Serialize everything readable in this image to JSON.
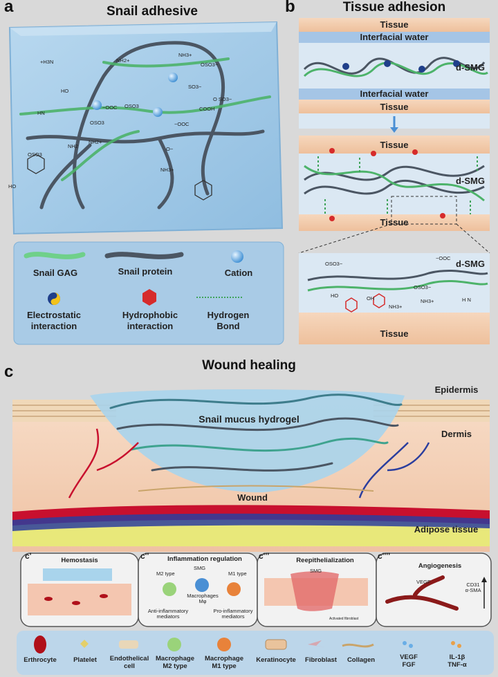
{
  "panel_a": {
    "letter": "a",
    "title": "Snail adhesive",
    "chem": {
      "h3n_top": "+H3N",
      "nh3_top": "NH3+",
      "oso3_top": "OSO3−",
      "guan_top": "NH2+",
      "so3_mid": "SO3−",
      "ooc": "−OOC",
      "oso3_mid": "OSO3",
      "cooh": "COOH",
      "o_oso3": "O SO3−",
      "so3_right": "OSO3",
      "oso3_left": "OSO3",
      "ooc_left": "−OOC",
      "ho1": "HO",
      "ho2": "HO",
      "nh3_low": "NH3+",
      "hn": "HN",
      "o_minus": "O−",
      "nh2": "NH2",
      "nh2plus": "NH2+"
    }
  },
  "legend_a": {
    "items": [
      {
        "label": "Snail GAG"
      },
      {
        "label": "Snail protein"
      },
      {
        "label": "Cation"
      },
      {
        "label": "Electrostatic\ninteraction"
      },
      {
        "label": "Hydrophobic\ninteraction"
      },
      {
        "label": "Hydrogen\nBond"
      }
    ]
  },
  "panel_b": {
    "letter": "b",
    "title": "Tissue adhesion",
    "top_tissue": "Tissue",
    "interfacial_water_top": "Interfacial water",
    "dsmg1": "d-SMG",
    "interfacial_water_bottom": "Interfacial water",
    "bottom_tissue": "Tissue",
    "mid_tissue_top": "Tissue",
    "dsmg2": "d-SMG",
    "mid_tissue_bottom": "Tissue",
    "zoom_dsmg": "d-SMG",
    "zoom_tissue": "Tissue",
    "zoom_chem": {
      "oso3": "OSO3−",
      "ooc": "−OOC",
      "ho": "HO",
      "oh": "OH",
      "nh3": "NH3+",
      "oso3b": "OSO3−",
      "nh3b": "NH3+",
      "hn": "H N"
    }
  },
  "panel_c": {
    "letter": "c",
    "title": "Wound healing",
    "epidermis": "Epidermis",
    "dermis": "Dermis",
    "hydrogel": "Snail mucus hydrogel",
    "wound": "Wound",
    "adipose": "Adipose tissue"
  },
  "subpanels": [
    {
      "letter": "c'",
      "title": "Hemostasis"
    },
    {
      "letter": "c''",
      "title": "Inflammation regulation",
      "smg": "SMG",
      "m2": "M2 type",
      "m1": "M1 type",
      "macrophages": "Macrophages\nMφ",
      "anti": "Anti-inflammatory\nmediators",
      "pro": "Pro-inflammatory\nmediators"
    },
    {
      "letter": "c'''",
      "title": "Reepithelialization",
      "smg": "SMG",
      "note": "Activated fibroblast"
    },
    {
      "letter": "c''''",
      "title": "Angiogenesis",
      "vegf": "VEGF",
      "markers": "CD31\nα-SMA"
    }
  ],
  "bottom_legend": [
    {
      "label": "Erthrocyte"
    },
    {
      "label": "Platelet"
    },
    {
      "label": "Endothelical\ncell"
    },
    {
      "label": "Macrophage\nM2 type"
    },
    {
      "label": "Macrophage\nM1 type"
    },
    {
      "label": "Keratinocyte"
    },
    {
      "label": "Fibroblast"
    },
    {
      "label": "Collagen"
    },
    {
      "label": "VEGF\nFGF"
    },
    {
      "label": "IL-1β\nTNF-α"
    }
  ],
  "colors": {
    "gel_blue": "#9fc7e6",
    "gag_green": "#3fa35a",
    "protein_gray": "#4b5663",
    "tissue_peach": "#f1c9a6",
    "hydrophobic_red": "#d62b2b",
    "vessel_red": "#c8102e",
    "vessel_blue": "#2b3e9e",
    "adipose_yellow": "#e8e87a"
  }
}
